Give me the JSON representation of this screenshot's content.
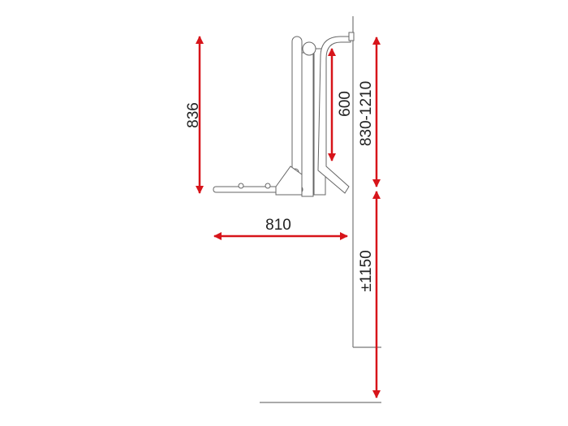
{
  "dimensions": {
    "rack_height": "836",
    "mast_travel": "600",
    "mount_height": "830-1210",
    "depth": "810",
    "ground_clearance": "±1150"
  },
  "colors": {
    "arrow": "#d7141a",
    "line": "#555555"
  }
}
